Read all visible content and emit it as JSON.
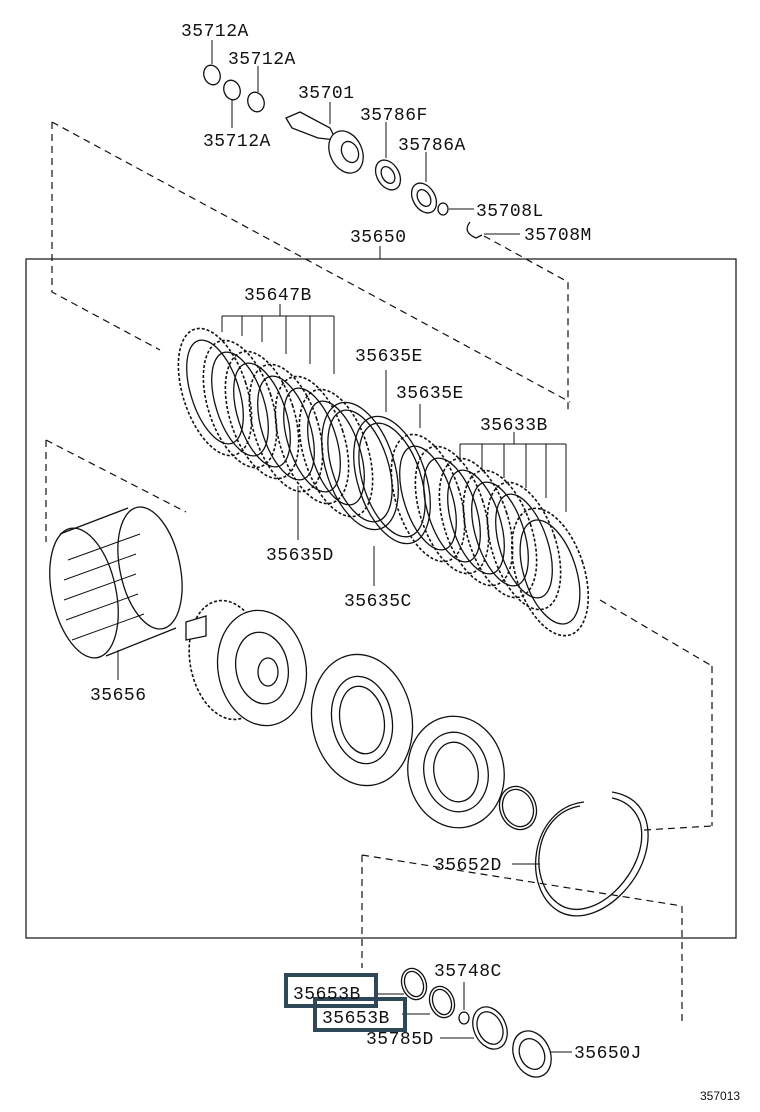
{
  "labels": {
    "p35712a_1": "35712A",
    "p35712a_2": "35712A",
    "p35712a_3": "35712A",
    "p35701": "35701",
    "p35786f": "35786F",
    "p35786a": "35786A",
    "p35708l": "35708L",
    "p35708m": "35708M",
    "p35650": "35650",
    "p35647b": "35647B",
    "p35635e_1": "35635E",
    "p35635e_2": "35635E",
    "p35633b": "35633B",
    "p35635d": "35635D",
    "p35635c": "35635C",
    "p35656": "35656",
    "p35652d": "35652D",
    "p35748c": "35748C",
    "p35653b_1": "35653B",
    "p35653b_2": "35653B",
    "p35785d": "35785D",
    "p35650j": "35650J"
  },
  "figure_id": "357013",
  "colors": {
    "line": "#111111",
    "highlight": "#2f4858",
    "background": "#ffffff"
  }
}
